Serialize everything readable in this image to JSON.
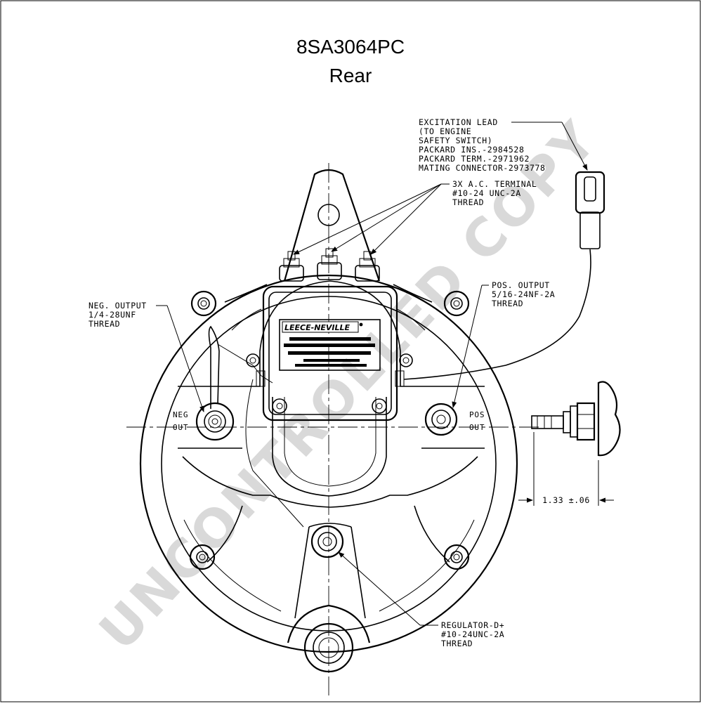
{
  "title": "8SA3064PC",
  "subtitle": "Rear",
  "watermark": "UNCONTROLLED COPY",
  "logo_text": "LEECE-NEVILLE",
  "callouts": {
    "excitation": [
      "EXCITATION LEAD",
      "(TO ENGINE",
      "SAFETY SWITCH)",
      "PACKARD INS.-2984528",
      "PACKARD TERM.-2971962",
      "MATING CONNECTOR-2973778"
    ],
    "ac_terminal": [
      "3X A.C. TERMINAL",
      "#10-24 UNC-2A",
      "THREAD"
    ],
    "neg_output": [
      "NEG. OUTPUT",
      "1/4-28UNF",
      "THREAD"
    ],
    "pos_output": [
      "POS. OUTPUT",
      "5/16-24NF-2A",
      "THREAD"
    ],
    "regulator": [
      "REGULATOR-D+",
      "#10-24UNC-2A",
      "THREAD"
    ]
  },
  "labels": {
    "neg": "NEG",
    "neg_out": "OUT",
    "pos": "POS",
    "pos_out": "OUT"
  },
  "dimension": "1.33 ±.06"
}
